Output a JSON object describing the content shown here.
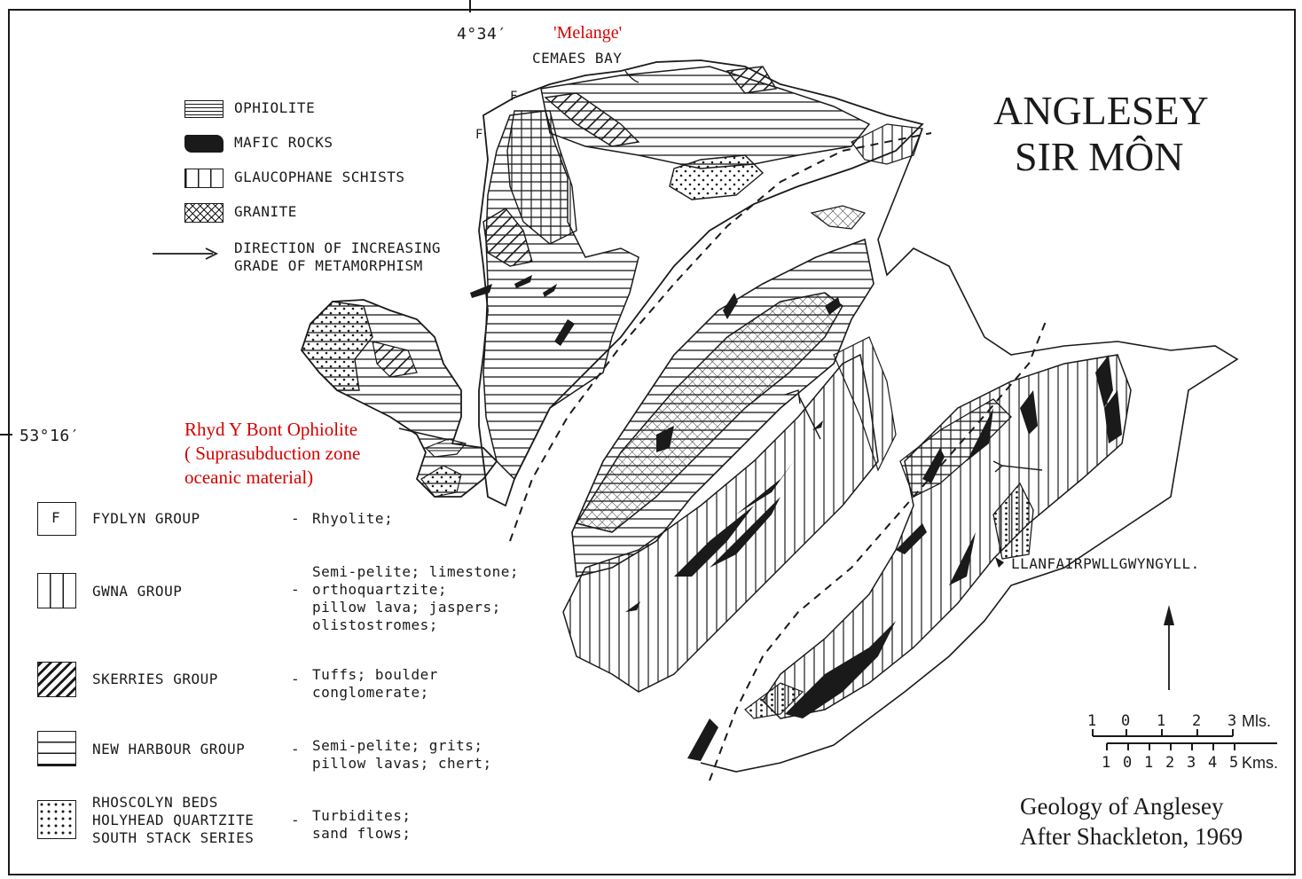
{
  "coords": {
    "longitude": "4°34′",
    "latitude": "53°16′"
  },
  "title": {
    "line1": "ANGLESEY",
    "line2": "SIR MÔN"
  },
  "annotations": {
    "melange": "'Melange'",
    "cemaes_bay": "CEMAES BAY",
    "rhyd_line1": "Rhyd Y Bont Ophiolite",
    "rhyd_line2": "( Suprasubduction zone",
    "rhyd_line3": "oceanic material)",
    "llanfair": "LLANFAIRPWLLGWYNGYLL.",
    "f_mark_1": "F",
    "f_mark_2": "F"
  },
  "legend_top": [
    {
      "label": "OPHIOLITE"
    },
    {
      "label": "MAFIC ROCKS"
    },
    {
      "label": "GLAUCOPHANE SCHISTS"
    },
    {
      "label": "GRANITE"
    }
  ],
  "legend_arrow": {
    "line1": "DIRECTION OF INCREASING",
    "line2": "GRADE OF METAMORPHISM"
  },
  "legend_groups": [
    {
      "symbol": "F",
      "name_lines": [
        "FYDLYN GROUP"
      ],
      "desc_lines": [
        "Rhyolite;"
      ]
    },
    {
      "symbol": "",
      "name_lines": [
        "GWNA GROUP"
      ],
      "desc_lines": [
        "Semi-pelite; limestone;",
        "orthoquartzite;",
        "pillow lava; jaspers;",
        "olistostromes;"
      ]
    },
    {
      "symbol": "",
      "name_lines": [
        "SKERRIES GROUP"
      ],
      "desc_lines": [
        "Tuffs; boulder",
        "conglomerate;"
      ]
    },
    {
      "symbol": "",
      "name_lines": [
        "NEW HARBOUR GROUP"
      ],
      "desc_lines": [
        "Semi-pelite; grits;",
        "pillow lavas; chert;"
      ]
    },
    {
      "symbol": "",
      "name_lines": [
        "RHOSCOLYN BEDS",
        "HOLYHEAD QUARTZITE",
        "SOUTH STACK SERIES"
      ],
      "desc_lines": [
        "Turbidites;",
        "sand flows;"
      ]
    }
  ],
  "dash": "-",
  "scale": {
    "miles_ticks": [
      "1",
      "0",
      "1",
      "2",
      "3"
    ],
    "miles_unit": "Mls.",
    "km_ticks": [
      "1",
      "0",
      "1",
      "2",
      "3",
      "4",
      "5"
    ],
    "km_unit": "Kms."
  },
  "caption": {
    "line1": "Geology of Anglesey",
    "line2": "After Shackleton, 1969"
  },
  "colors": {
    "ink": "#1a1a1a",
    "annotation_red": "#d40000",
    "paper": "#ffffff"
  }
}
